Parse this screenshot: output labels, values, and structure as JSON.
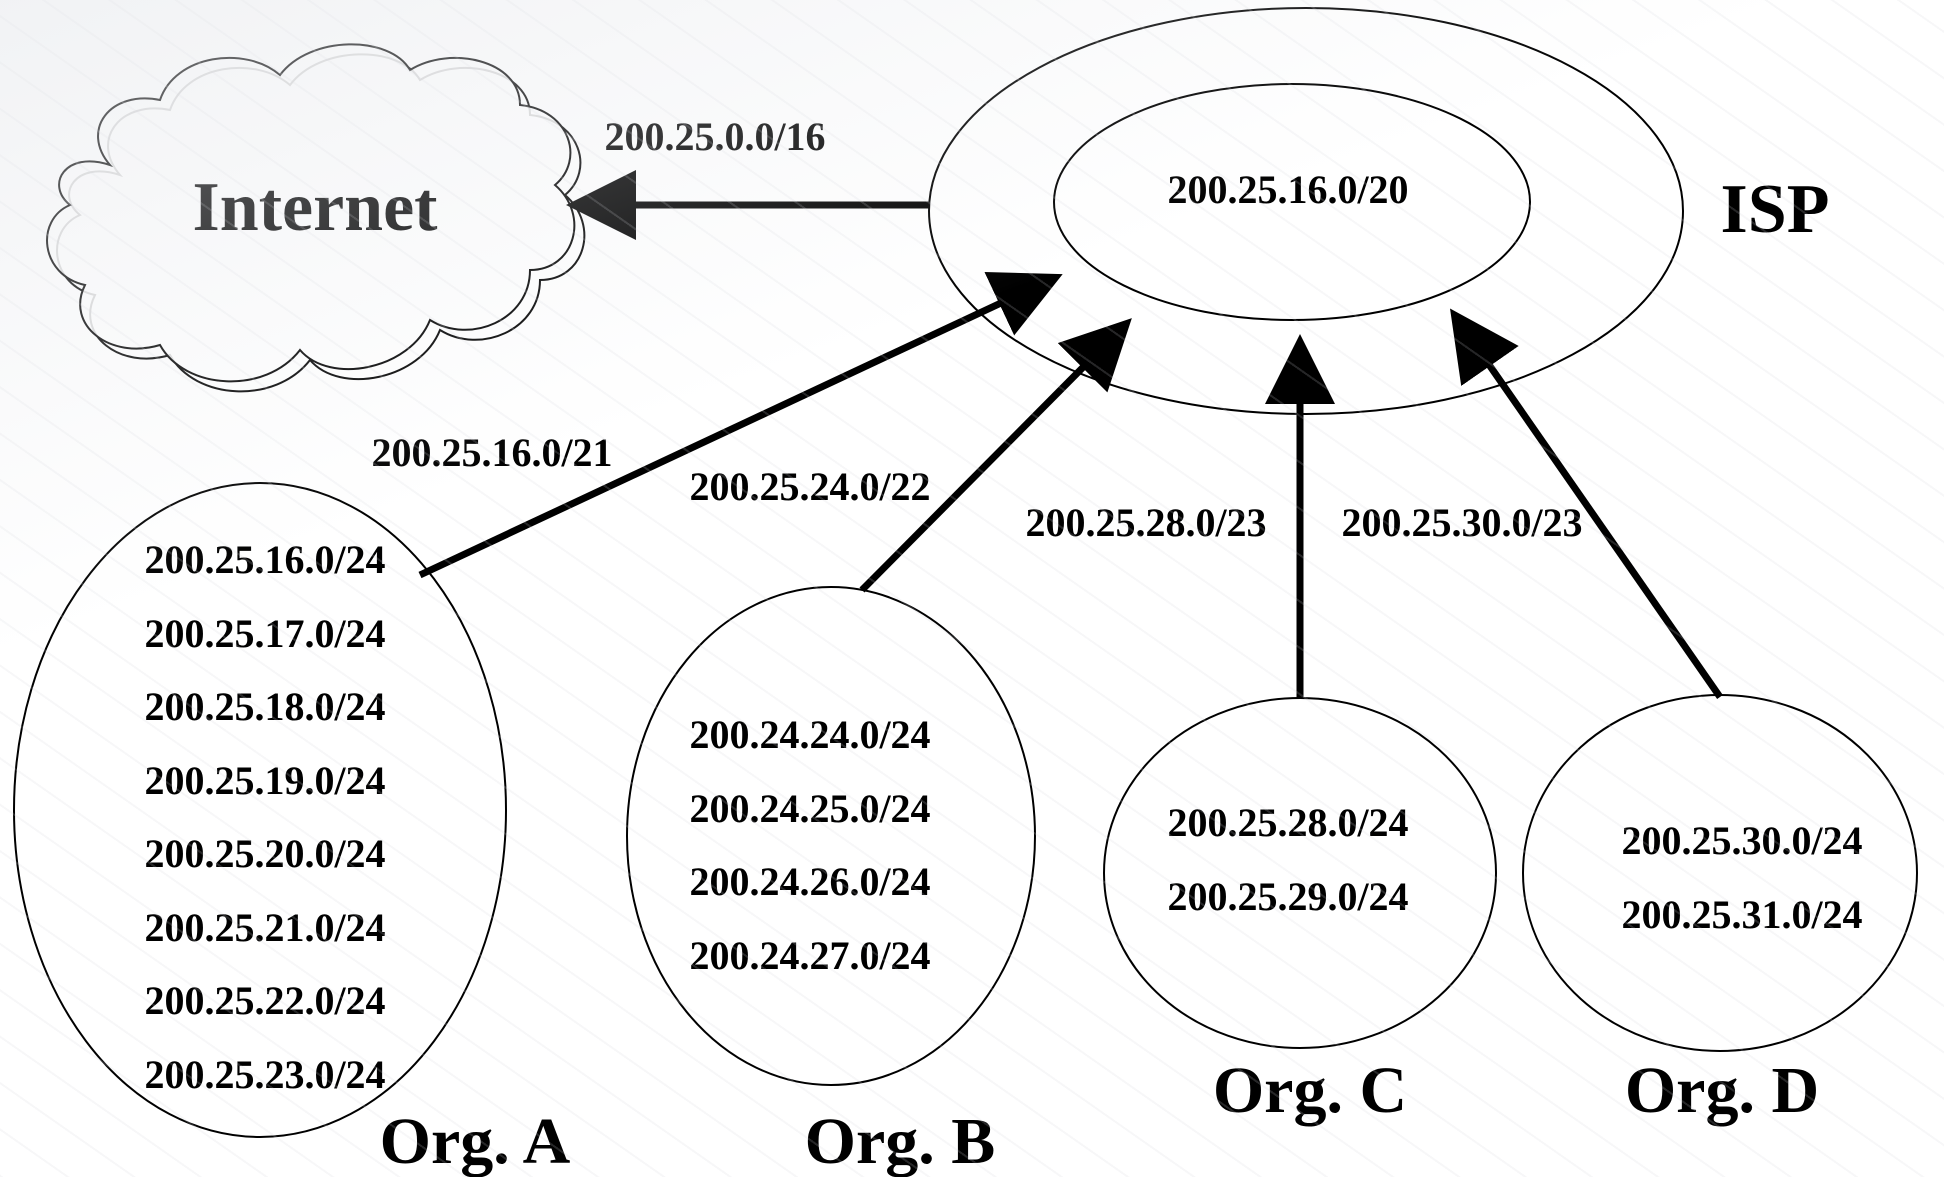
{
  "internet": {
    "label": "Internet"
  },
  "isp": {
    "label": "ISP",
    "block": "200.25.16.0/20"
  },
  "links": {
    "isp_to_internet": "200.25.0.0/16",
    "org_a": "200.25.16.0/21",
    "org_b": "200.25.24.0/22",
    "org_c": "200.25.28.0/23",
    "org_d": "200.25.30.0/23"
  },
  "orgs": [
    {
      "name": "Org. A",
      "networks": [
        "200.25.16.0/24",
        "200.25.17.0/24",
        "200.25.18.0/24",
        "200.25.19.0/24",
        "200.25.20.0/24",
        "200.25.21.0/24",
        "200.25.22.0/24",
        "200.25.23.0/24"
      ]
    },
    {
      "name": "Org. B",
      "networks": [
        "200.24.24.0/24",
        "200.24.25.0/24",
        "200.24.26.0/24",
        "200.24.27.0/24"
      ]
    },
    {
      "name": "Org. C",
      "networks": [
        "200.25.28.0/24",
        "200.25.29.0/24"
      ]
    },
    {
      "name": "Org. D",
      "networks": [
        "200.25.30.0/24",
        "200.25.31.0/24"
      ]
    }
  ],
  "colors": {
    "stroke": "#000000",
    "title": "#2a5cb8"
  }
}
